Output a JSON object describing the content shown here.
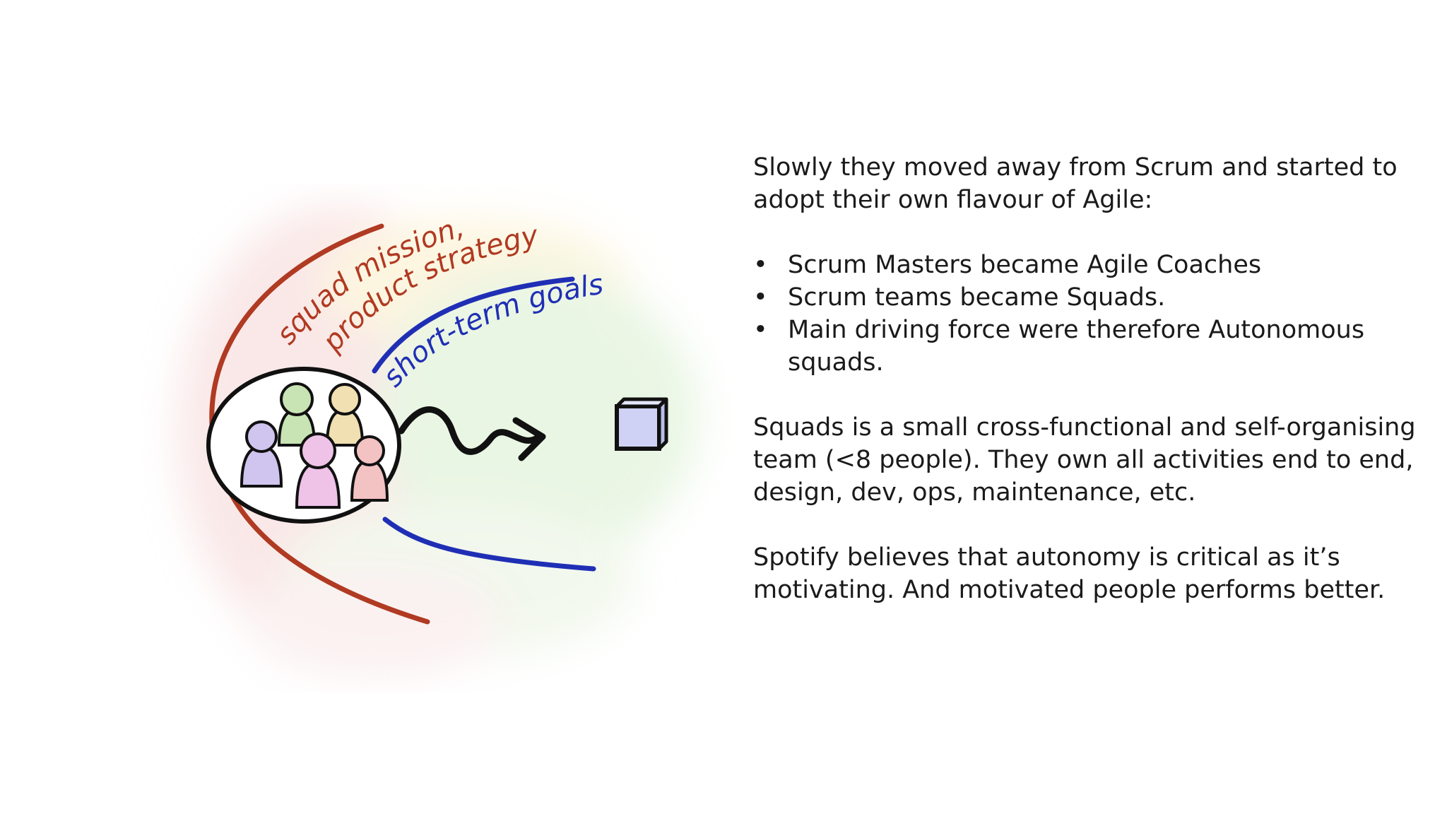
{
  "illustration": {
    "outer_arc_label_line1": "squad mission,",
    "outer_arc_label_line2": "product strategy",
    "inner_arc_label": "short-term goals",
    "colors": {
      "outer_arc": "#b03a22",
      "inner_arc": "#1f2fb5",
      "outline": "#111111",
      "person_green": "#c9e4b4",
      "person_yellow": "#f1e0b2",
      "person_purple": "#cfc5ef",
      "person_pink": "#efc2e8",
      "person_red": "#f3c2c2",
      "box": "#cfd2f4"
    }
  },
  "text": {
    "intro": "Slowly they moved away from Scrum and started to adopt their own flavour of Agile:",
    "bullet_marker": "•",
    "bullets": [
      "Scrum Masters became Agile Coaches",
      "Scrum teams became Squads.",
      "Main driving force were therefore Autonomous squads."
    ],
    "squads_paragraph": "Squads is a small cross-functional and self-organising team (<8 people). They own all activities end to end, design, dev, ops, maintenance, etc.",
    "spotify_paragraph": "Spotify believes that autonomy is critical as it’s motivating. And motivated people performs better."
  }
}
